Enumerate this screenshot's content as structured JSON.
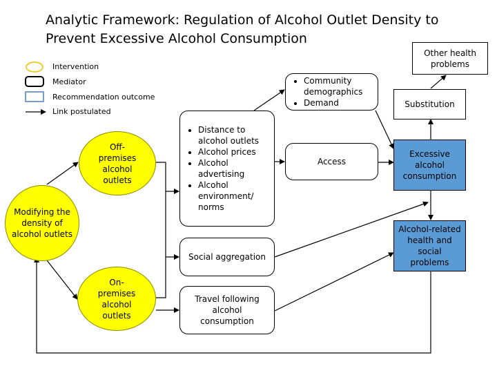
{
  "title_line1": "Analytic Framework: Regulation of Alcohol Outlet Density to",
  "title_line2": "Prevent Excessive Alcohol Consumption",
  "legend": {
    "intervention": "Intervention",
    "mediator": "Mediator",
    "recommendation_outcome": "Recommendation outcome",
    "link_postulated": "Link postulated"
  },
  "nodes": {
    "modifying": "Modifying the density of alcohol outlets",
    "off_premises": "Off-premises alcohol outlets",
    "on_premises": "On-premises alcohol outlets",
    "mediators_list": [
      "Distance to alcohol outlets",
      "Alcohol prices",
      "Alcohol advertising",
      "Alcohol environment/ norms"
    ],
    "community_list": [
      "Community demographics",
      "Demand"
    ],
    "access": "Access",
    "social_aggregation": "Social aggregation",
    "travel": "Travel following alcohol consumption",
    "substitution": "Substitution",
    "other_health": "Other health problems",
    "excessive": "Excessive alcohol consumption",
    "alcohol_related": "Alcohol-related health and social problems"
  },
  "colors": {
    "intervention_fill": "#ffff00",
    "outcome_fill": "#5b9bd5",
    "legend_intervention_outline": "#f0c000",
    "legend_outcome_outline": "#4a7fbf"
  }
}
